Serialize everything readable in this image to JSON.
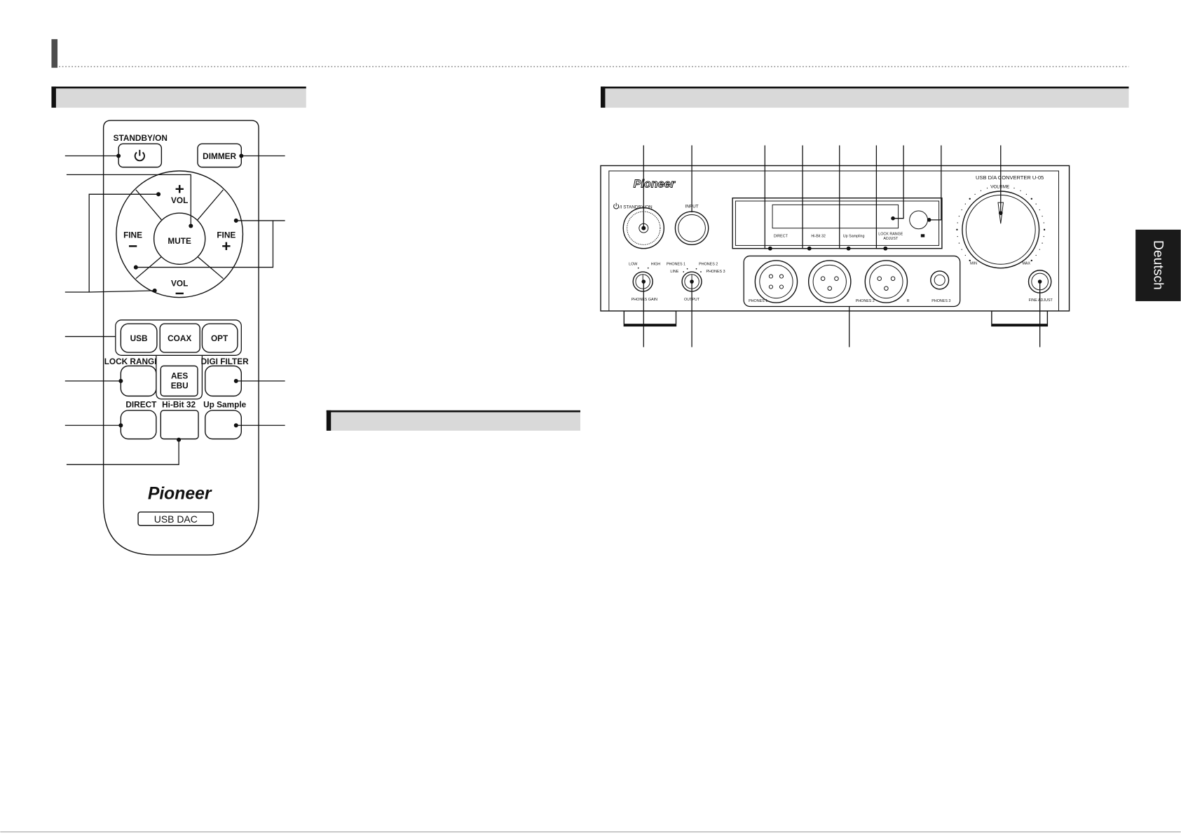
{
  "colors": {
    "section_bar": "#d9d9d9",
    "ink": "#111111",
    "heading_marker": "#4d4d4d",
    "language_tab": "#1a1a1a"
  },
  "language_tab": "Deutsch",
  "remote": {
    "standby_label": "STANDBY/ON",
    "standby_icon": "power-icon",
    "dimmer": "DIMMER",
    "vol_up_symbol": "+",
    "vol_up_label": "VOL",
    "fine_left_label": "FINE",
    "fine_left_symbol": "−",
    "mute": "MUTE",
    "fine_right_label": "FINE",
    "fine_right_symbol": "+",
    "vol_down_label": "VOL",
    "vol_down_symbol": "−",
    "inputs": [
      "USB",
      "COAX",
      "OPT"
    ],
    "lock_range": "LOCK RANGE",
    "aes": "AES",
    "ebu": "EBU",
    "digi_filter": "DIGI FILTER",
    "direct": "DIRECT",
    "hi_bit": "Hi-Bit 32",
    "up_sample": "Up Sample",
    "brand_logo": "Pioneer",
    "model_badge": "USB DAC"
  },
  "front_panel": {
    "brand_logo": "Pioneer",
    "standby_icon": "power-icon",
    "standby_label": "/I STANDBY/ON",
    "input_label": "INPUT",
    "indicators": [
      "DIRECT",
      "Hi-Bit 32",
      "Up Sampling"
    ],
    "lock_range_adjust": [
      "LOCK RANGE",
      "ADJUST"
    ],
    "model": "USB D/A CONVERTER U-05",
    "volume_label": "VOLUME",
    "volume_min": "MIN",
    "volume_max": "MAX",
    "gain_low": "LOW",
    "gain_high": "HIGH",
    "gain_label": "PHONES GAIN",
    "output_phones1": "PHONES 1",
    "output_phones2": "PHONES 2",
    "output_line": "LINE",
    "output_phones3": "PHONES 3",
    "output_label": "OUTPUT",
    "jacks": [
      "PHONES 1",
      "L",
      "PHONES 2",
      "R",
      "PHONES 3"
    ],
    "fine_adjust": "FINE ADJUST"
  }
}
